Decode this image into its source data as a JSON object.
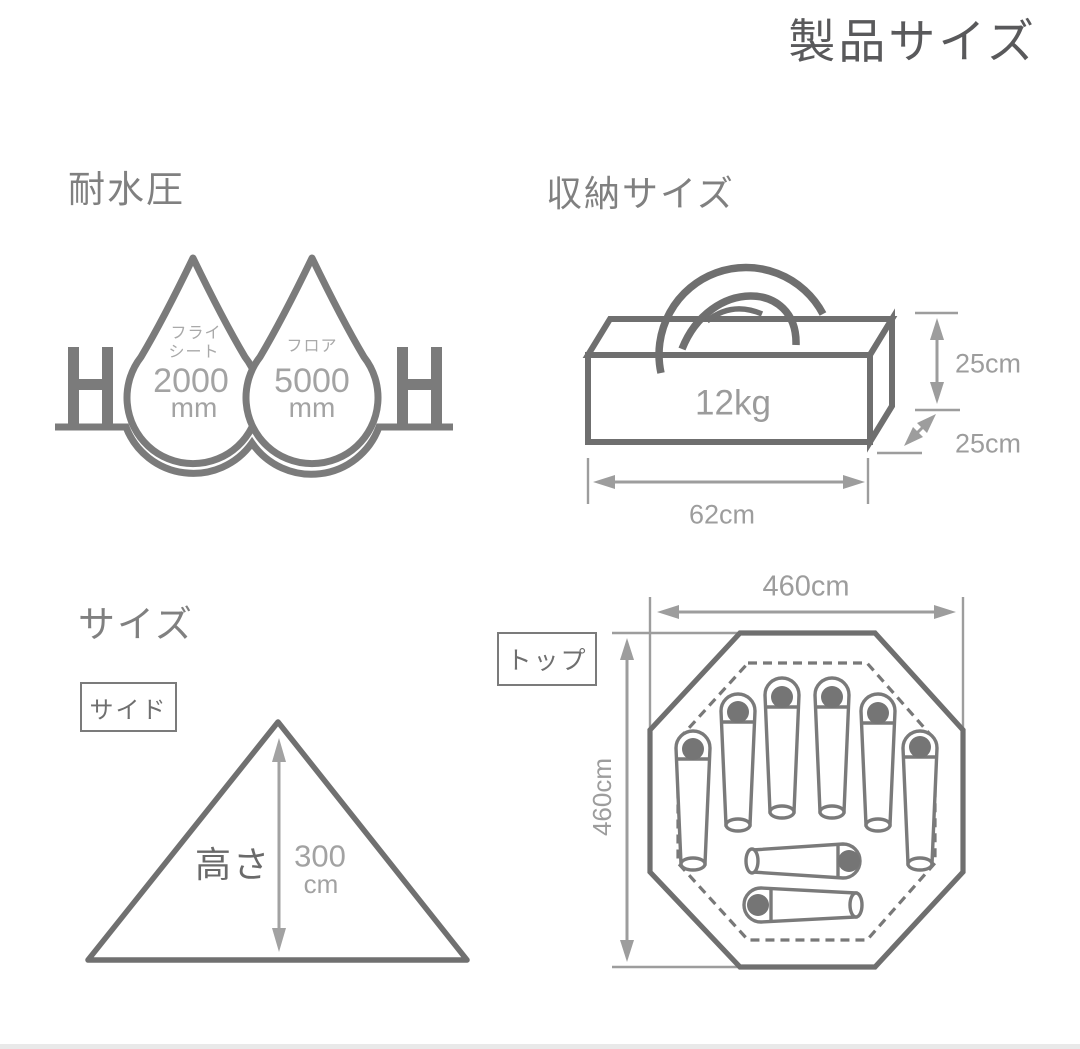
{
  "page": {
    "title": "製品サイズ"
  },
  "water_resistance": {
    "heading": "耐水圧",
    "symbol": "H",
    "drops": [
      {
        "label_line1": "フライ",
        "label_line2": "シート",
        "value": "2000",
        "unit": "mm"
      },
      {
        "label_line1": "フロア",
        "value": "5000",
        "unit": "mm"
      }
    ]
  },
  "storage": {
    "heading": "収納サイズ",
    "weight": "12kg",
    "height": "25cm",
    "depth": "25cm",
    "width": "62cm"
  },
  "size": {
    "heading": "サイズ",
    "side_view_label": "サイド",
    "height_label": "高さ",
    "height_value": "300",
    "height_unit": "cm",
    "top_view_label": "トップ",
    "top_width": "460cm",
    "top_depth": "460cm",
    "sleeping_bag_count": 8
  },
  "colors": {
    "outline_dark": "#6f6f6f",
    "icon_gray": "#7a7a7a",
    "dimension_gray": "#9d9d9d",
    "heading_gray": "#808080",
    "title_gray": "#59595b",
    "value_gray": "#a3a3a3",
    "background": "#ffffff"
  }
}
